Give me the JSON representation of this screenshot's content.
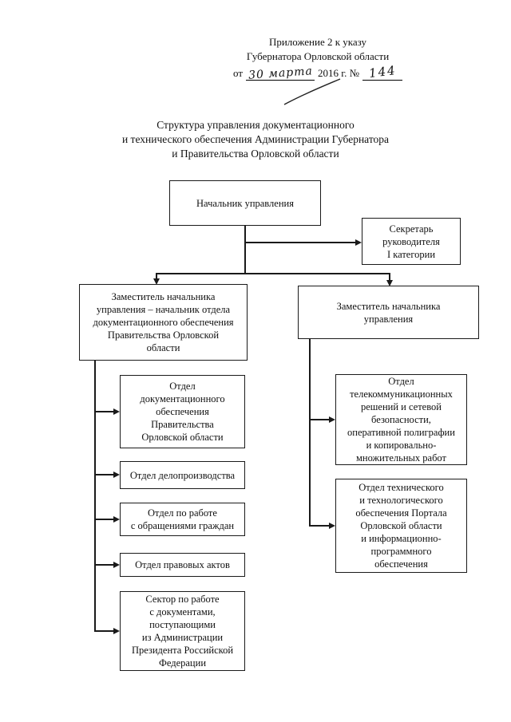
{
  "document": {
    "annotation": {
      "line1": "Приложение 2 к указу",
      "line2": "Губернатора Орловской области",
      "line3_prefix": "от",
      "date_handwritten": "30 марта",
      "line3_middle": "2016 г. №",
      "number_handwritten": "144"
    },
    "title": "Структура управления документационного\nи технического обеспечения Администрации Губернатора\nи Правительства Орловской области"
  },
  "org_chart": {
    "head": {
      "label": "Начальник управления"
    },
    "secretary": {
      "label": "Секретарь\nруководителя\nI категории"
    },
    "deputy_docs": {
      "label": "Заместитель начальника\nуправления – начальник отдела\nдокументационного обеспечения\nПравительства Орловской\nобласти"
    },
    "deputy_tech": {
      "label": "Заместитель начальника\nуправления"
    },
    "docs_departments": [
      {
        "label": "Отдел\nдокументационного\nобеспечения\nПравительства\nОрловской области"
      },
      {
        "label": "Отдел делопроизводства"
      },
      {
        "label": "Отдел по работе\nс обращениями граждан"
      },
      {
        "label": "Отдел правовых актов"
      },
      {
        "label": "Сектор по работе\nс документами,\nпоступающими\nиз Администрации\nПрезидента Российской\nФедерации"
      }
    ],
    "tech_departments": [
      {
        "label": "Отдел\nтелекоммуникационных\nрешений и сетевой\nбезопасности,\nоперативной полиграфии\nи копировально-\nмножительных работ"
      },
      {
        "label": "Отдел технического\nи технологического\nобеспечения Портала\nОрловской области\nи информационно-\nпрограммного\nобеспечения"
      }
    ]
  }
}
